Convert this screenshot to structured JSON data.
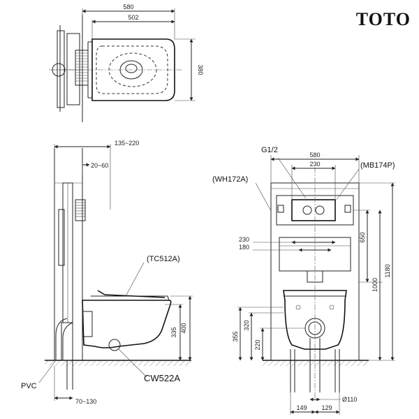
{
  "brand": {
    "logo_text": "TOTO"
  },
  "top_view": {
    "dims": {
      "overall_width": "580",
      "bowl_width": "502",
      "depth": "380"
    }
  },
  "side_view": {
    "dims": {
      "frame_depth": "135~220",
      "wall_gap": "20~60",
      "seat_height": "400",
      "bowl_height": "335",
      "bottom_offset": "70~130"
    },
    "labels": {
      "seat": "(TC512A)",
      "bowl": "CW522A",
      "pipe": "PVC"
    }
  },
  "front_view": {
    "dims": {
      "frame_width": "580",
      "plate_width": "230",
      "bolt_width": "230",
      "bolt_spacing": "180",
      "height_650": "650",
      "height_1000": "1000",
      "height_1180": "1180",
      "height_355": "355",
      "height_320": "320",
      "height_220": "220",
      "offset_149": "149",
      "offset_129": "129",
      "pipe_diameter": "Ø110"
    },
    "labels": {
      "inlet": "G1/2",
      "bracket": "(WH172A)",
      "plate": "(MB174P)"
    }
  }
}
